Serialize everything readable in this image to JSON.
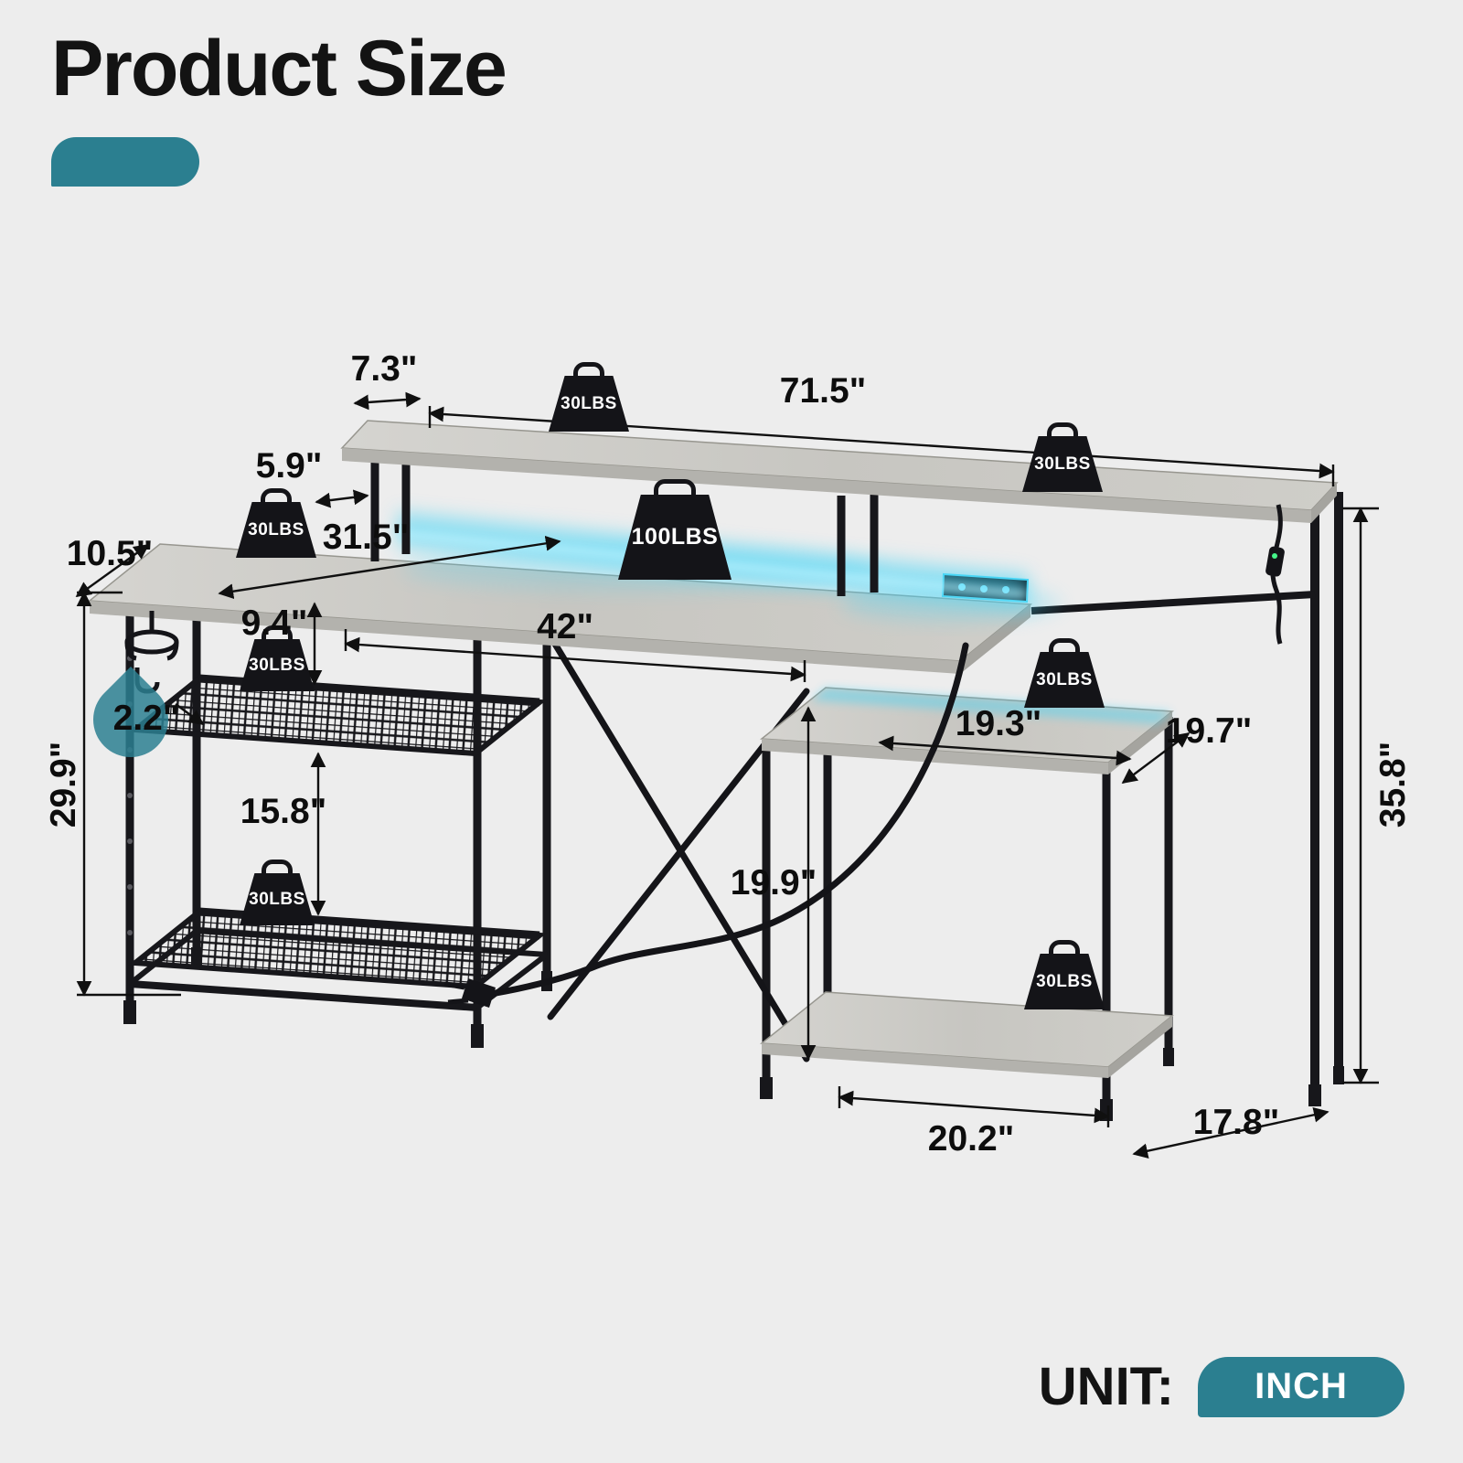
{
  "page": {
    "title": "Product Size",
    "unit_label": "UNIT:",
    "unit_value": "INCH"
  },
  "colors": {
    "background": "#ededed",
    "accent_teal": "#2b7f90",
    "led_blue": "#45d4f6",
    "wood_gray": "#c9c8c3",
    "frame_black": "#141418"
  },
  "weights": {
    "small": "30LBS",
    "large": "100LBS"
  },
  "dimensions": {
    "riser_depth": "7.3\"",
    "riser_length": "71.5\"",
    "riser_height": "5.9\"",
    "left_top_length": "31.5\"",
    "left_edge_depth": "10.5\"",
    "shelf_gap_upper": "9.4\"",
    "panel_thickness": "2.2\"",
    "shelf_gap_lower": "15.8\"",
    "left_height": "29.9\"",
    "desk_length": "42\"",
    "right_shelf_length": "19.3\"",
    "right_shelf_depth": "19.7\"",
    "right_clearance": "19.9\"",
    "total_height": "35.8\"",
    "bottom_shelf_length": "20.2\"",
    "bottom_shelf_depth": "17.8\""
  }
}
